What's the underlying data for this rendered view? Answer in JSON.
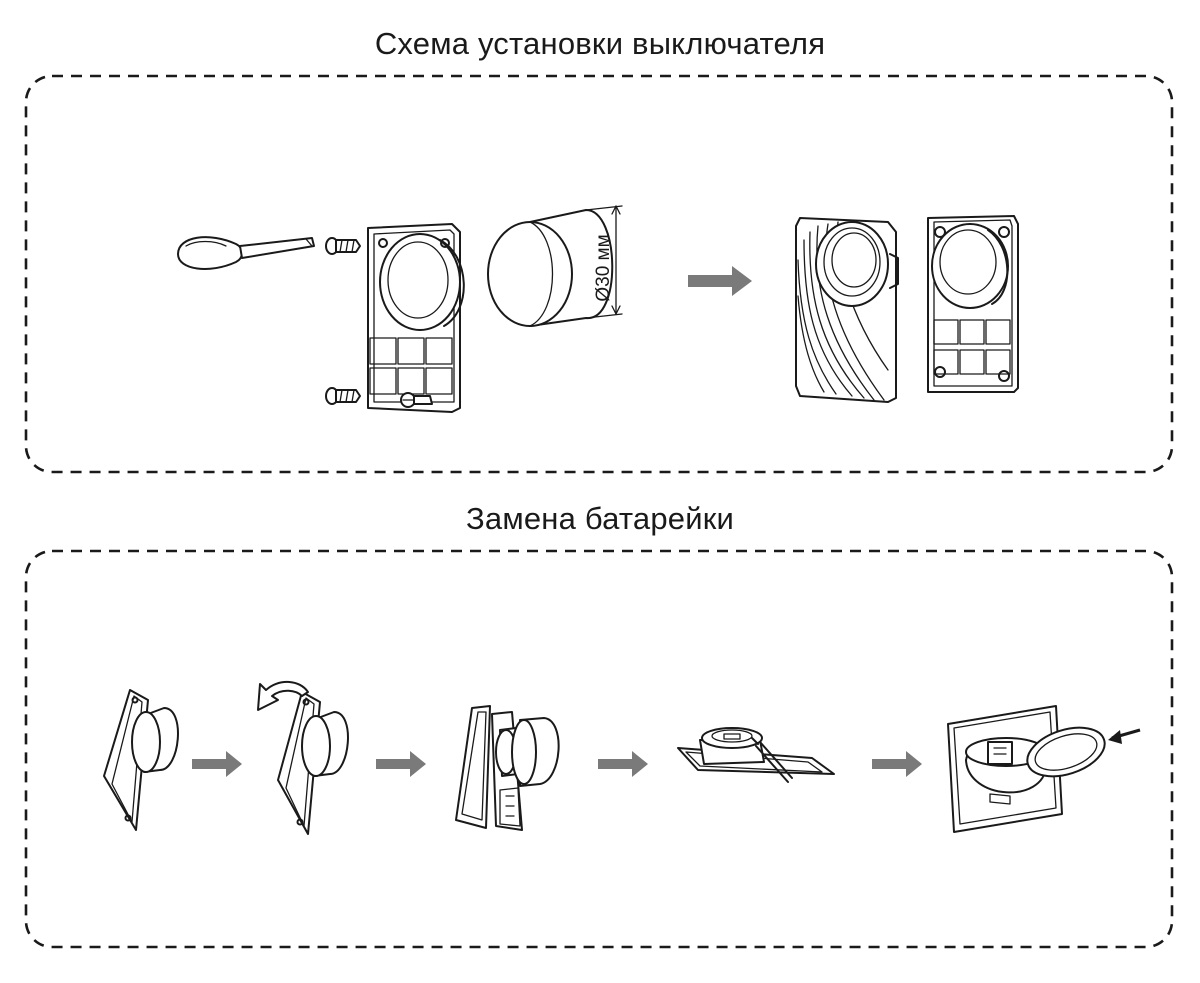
{
  "sections": {
    "install": {
      "title": "Схема установки выключателя"
    },
    "battery": {
      "title": "Замена батарейки"
    }
  },
  "labels": {
    "diameter": "Ø30 мм"
  },
  "colors": {
    "line": "#1a1a1a",
    "arrow": "#7a7a7a",
    "background": "#ffffff"
  }
}
